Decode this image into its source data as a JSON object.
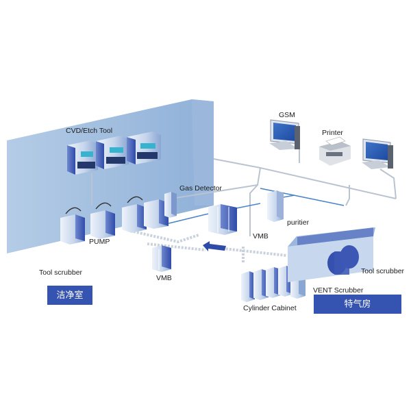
{
  "labels": {
    "cvd_etch_tool": "CVD/Etch Tool",
    "gsm": "GSM",
    "printer": "Printer",
    "gas_detector": "Gas Detector",
    "puritier": "puritier",
    "pump": "PUMP",
    "vmb_center": "VMB",
    "vmb_left": "VMB",
    "tool_scrubber_left": "Tool scrubber",
    "tool_scrubber_right": "Tool scrubber",
    "vent_scrubber": "VENT Scrubber",
    "cylinder_cabinet": "Cylinder Cabinet"
  },
  "zones": {
    "cleanroom": "洁净室",
    "gas_room": "特气房"
  },
  "colors": {
    "wall": "#a9c4e2",
    "equipment": "#3d57b5",
    "equipment_light": "#dbe6f4",
    "zone_button": "#3553b0",
    "network_line": "#b9c4d0",
    "gas_line": "#4a84c8"
  },
  "icons": [
    "computer-monitor-icon",
    "printer-icon",
    "flow-arrow-icon"
  ]
}
